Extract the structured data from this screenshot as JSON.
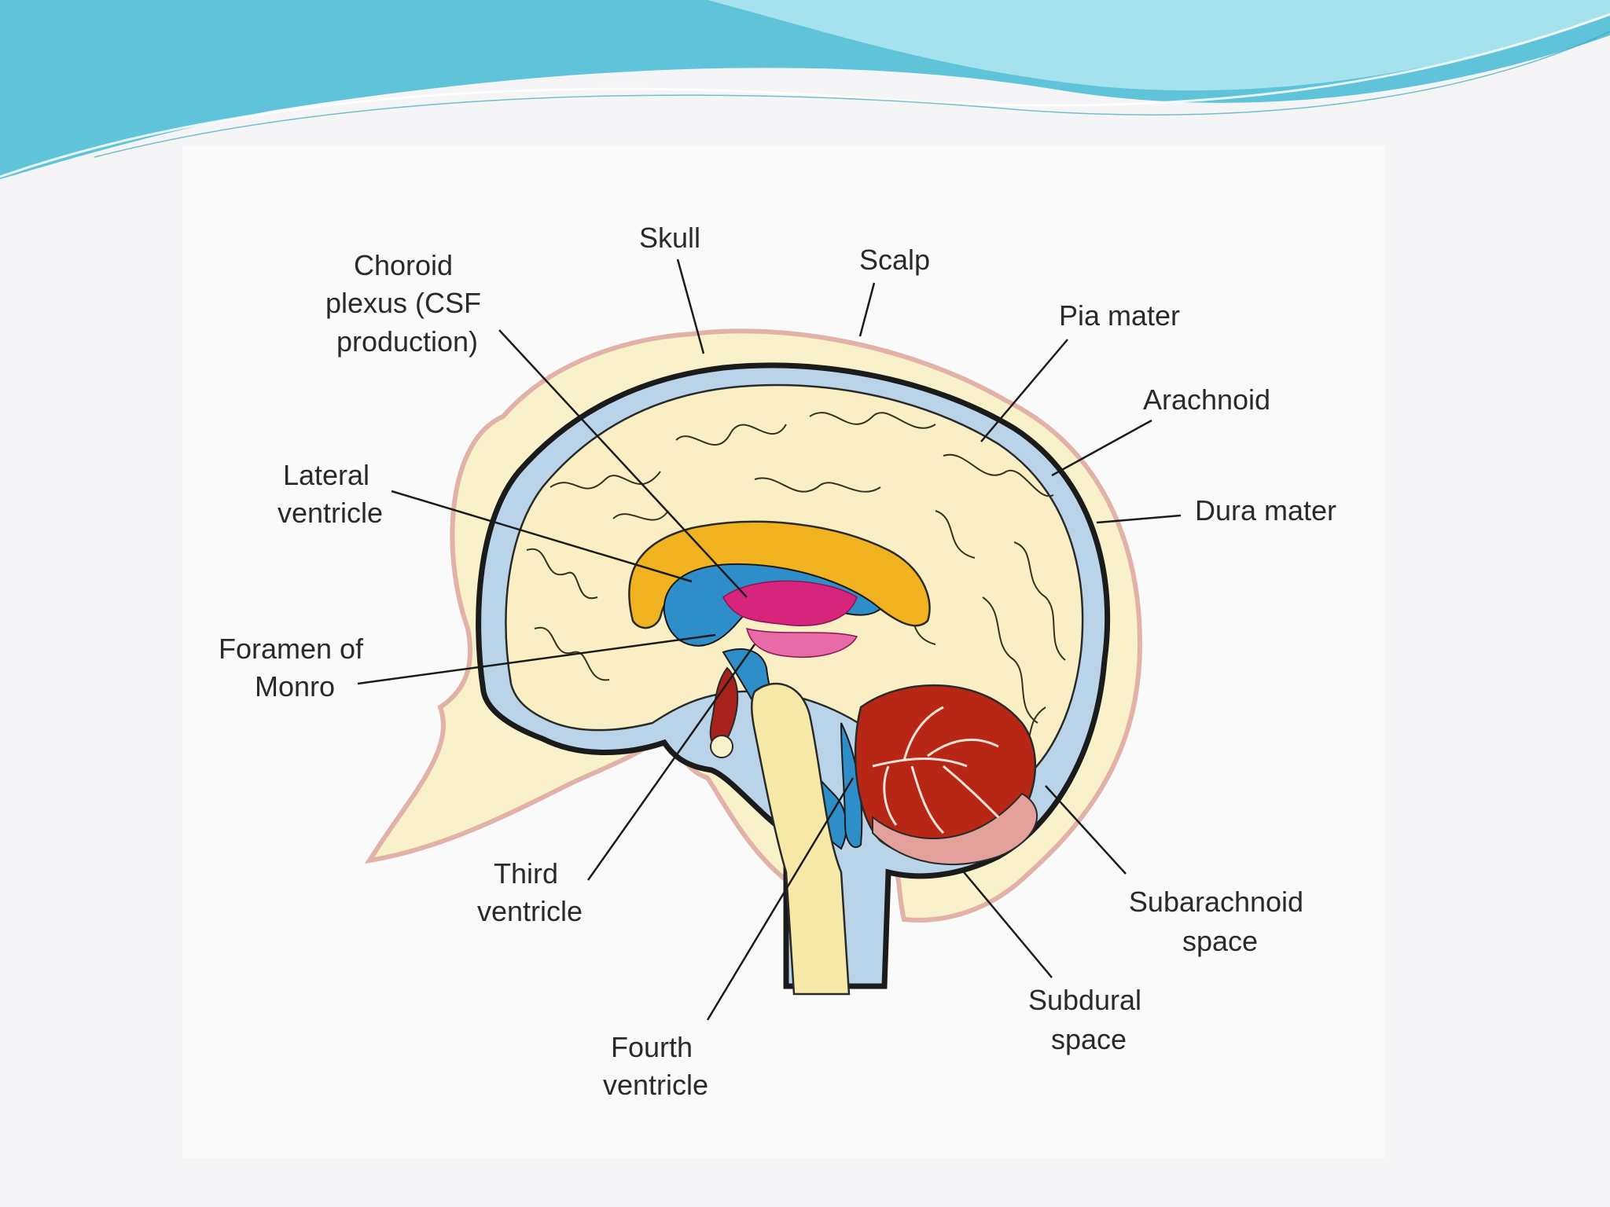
{
  "colors": {
    "banner_teal": "#5fc4da",
    "banner_light": "#a6e2ee",
    "scalp": "#f2d9d3",
    "skull": "#f8f1c9",
    "csf_space": "#b9d3e8",
    "brain": "#faefc4",
    "ventricle": "#2d8ec9",
    "corpus_callosum": "#f0b21e",
    "choroid_plexus": "#d8257c",
    "cerebellum": "#b82616",
    "brainstem": "#f6e8a6"
  },
  "labels": {
    "skull": "Skull",
    "scalp": "Scalp",
    "choroid_plexus": [
      "Choroid",
      "plexus (CSF",
      "production)"
    ],
    "pia_mater": "Pia mater",
    "arachnoid": "Arachnoid",
    "dura_mater": "Dura mater",
    "lateral_ventricle": [
      "Lateral",
      "ventricle"
    ],
    "foramen_of_monro": [
      "Foramen of",
      "Monro"
    ],
    "third_ventricle": [
      "Third",
      "ventricle"
    ],
    "fourth_ventricle": [
      "Fourth",
      "ventricle"
    ],
    "subarachnoid_space": [
      "Subarachnoid",
      "space"
    ],
    "subdural_space": [
      "Subdural",
      "space"
    ]
  }
}
